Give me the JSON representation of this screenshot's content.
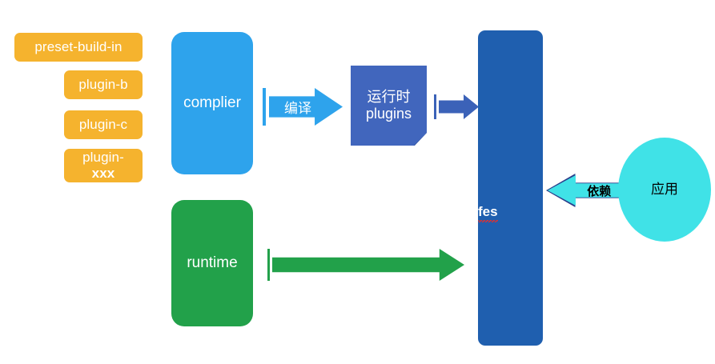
{
  "diagram": {
    "title": "fes architecture diagram",
    "background": "#FFFFFF",
    "palette": {
      "orange": "#F5B32E",
      "light_blue": "#2EA3EC",
      "mid_blue": "#4166BD",
      "arrow_blue": "#3B62B8",
      "dark_blue": "#1F5FAF",
      "green": "#22A14A",
      "cyan": "#40E2E7",
      "outline_navy": "#2B3F8C",
      "spell_error_red": "#E03030",
      "text_white": "#FFFFFF",
      "text_black": "#000000"
    }
  },
  "plugins": {
    "items": [
      {
        "label": "preset-build-in"
      },
      {
        "label": "plugin-b"
      },
      {
        "label": "plugin-c"
      },
      {
        "label_line1": "plugin-",
        "label_line2": "xxx"
      }
    ]
  },
  "pillars": {
    "complier": "complier",
    "runtime": "runtime",
    "fes": "fes"
  },
  "runtime_plugins": {
    "line1": "运行时",
    "line2": "plugins"
  },
  "application": {
    "label": "应用"
  },
  "arrows": {
    "compile": {
      "label": "编译",
      "direction": "right"
    },
    "mid": {
      "label": "",
      "direction": "right"
    },
    "runtime_flow": {
      "label": "",
      "direction": "right"
    },
    "depend": {
      "label": "依赖",
      "direction": "left"
    }
  }
}
